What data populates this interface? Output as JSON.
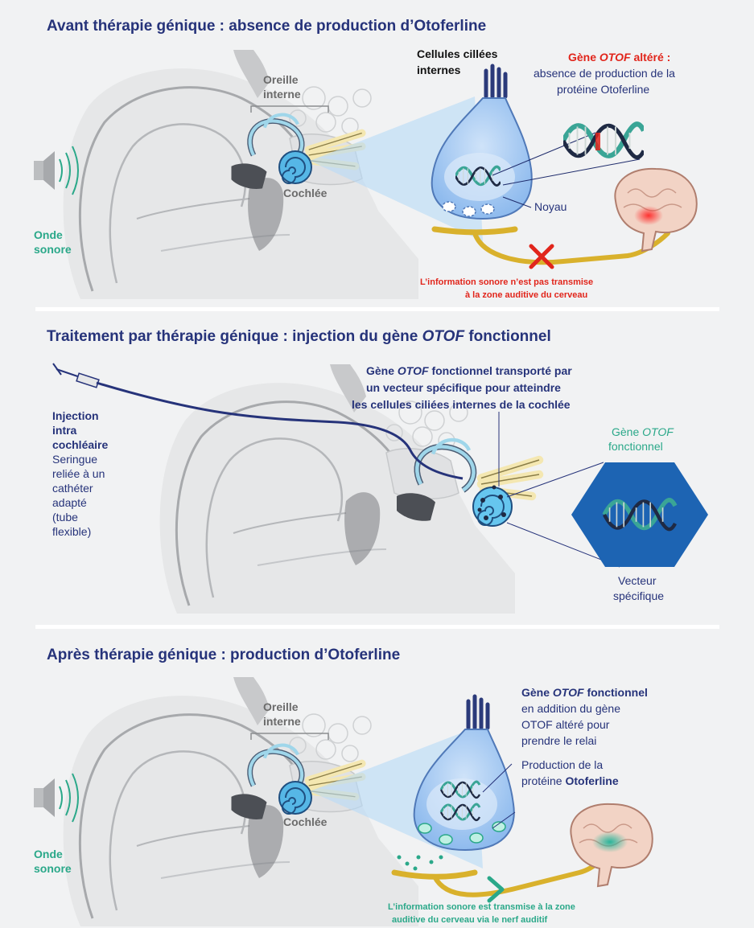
{
  "colors": {
    "navy": "#26337a",
    "green": "#2aa889",
    "red": "#e1251b",
    "cell": "#9cc4ef",
    "hex": "#1d64b3"
  },
  "icons": [
    "speaker-icon",
    "sound-wave-icon",
    "cochlea-icon",
    "dna-icon",
    "brain-icon",
    "cross-icon",
    "chevron-right-icon",
    "syringe-icon"
  ],
  "panel1": {
    "title": "Avant thérapie génique : absence de production d’Otoferline",
    "inner_ear": [
      "Oreille",
      "interne"
    ],
    "cochlea": "Cochlée",
    "sound_wave": [
      "Onde",
      "sonore"
    ],
    "hair_cells": [
      "Cellules cillées",
      "internes"
    ],
    "gene_altered_bold": "Gène",
    "gene_altered_italic": "OTOF",
    "gene_altered_rest": "altéré :",
    "gene_altered_desc": [
      "absence de production de la",
      "protéine Otoferline"
    ],
    "nucleus": "Noyau",
    "not_transmitted": [
      "L’information sonore n’est pas transmise",
      "à la zone auditive du cerveau"
    ]
  },
  "panel2": {
    "title_a": "Traitement par thérapie génique : injection du gène",
    "title_italic": "OTOF",
    "title_b": "fonctionnel",
    "vector_line1_a": "Gène",
    "vector_line1_i": "OTOF",
    "vector_line1_b": "fonctionnel transporté par",
    "vector_line2": "un vecteur spécifique pour atteindre",
    "vector_line3": "les cellules ciliées internes de la cochlée",
    "injection_bold": [
      "Injection",
      "intra",
      "cochléaire"
    ],
    "injection_desc": [
      "Seringue",
      "reliée à un",
      "cathéter",
      "adapté",
      "(tube",
      "flexible)"
    ],
    "gene_func_a": "Gène",
    "gene_func_i": "OTOF",
    "gene_func_b": "fonctionnel",
    "vector_specific": [
      "Vecteur",
      "spécifique"
    ]
  },
  "panel3": {
    "title": "Après thérapie génique : production d’Otoferline",
    "inner_ear": [
      "Oreille",
      "interne"
    ],
    "cochlea": "Cochlée",
    "sound_wave": [
      "Onde",
      "sonore"
    ],
    "gene_func_a": "Gène",
    "gene_func_i": "OTOF",
    "gene_func_b": "fonctionnel",
    "gene_func_desc": [
      "en addition du gène",
      "OTOF altéré pour",
      "prendre le relai"
    ],
    "production": [
      "Production de la",
      "protéine"
    ],
    "production_bold": "Otoferline",
    "transmitted": [
      "L’information sonore est transmise à la zone",
      "auditive du cerveau via le nerf auditif"
    ]
  }
}
